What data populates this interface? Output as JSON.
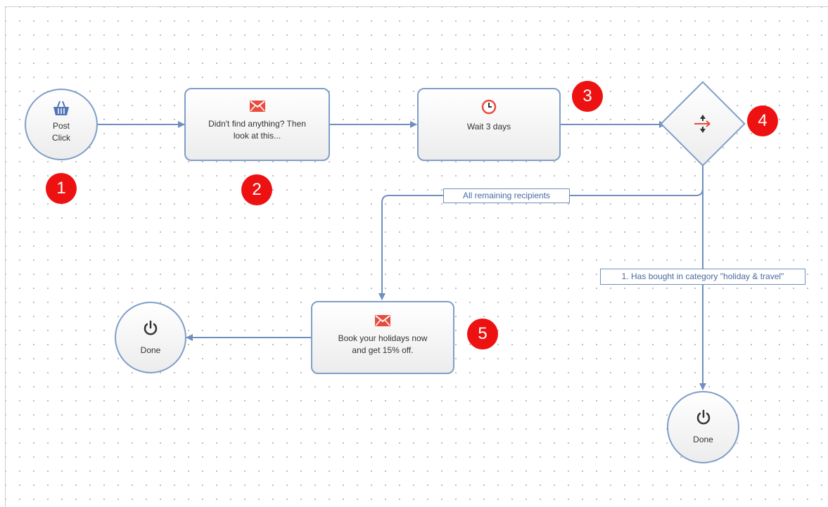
{
  "nodes": {
    "post_click": {
      "line1": "Post",
      "line2": "Click",
      "icon": "basket-icon"
    },
    "email_1": {
      "line1": "Didn't find anything? Then",
      "line2": "look at this...",
      "icon": "envelope-icon"
    },
    "wait": {
      "label": "Wait 3 days",
      "icon": "clock-icon"
    },
    "split": {
      "icon": "split-icon"
    },
    "email_2": {
      "line1": "Book your holidays now",
      "line2": "and get 15% off.",
      "icon": "envelope-icon"
    },
    "done_1": {
      "label": "Done",
      "icon": "power-icon"
    },
    "done_2": {
      "label": "Done",
      "icon": "power-icon"
    }
  },
  "edge_labels": {
    "remaining": "All remaining recipients",
    "category": "1. Has bought in category \"holiday & travel\""
  },
  "badges": [
    "1",
    "2",
    "3",
    "4",
    "5"
  ],
  "colors": {
    "connector": "#6f8fbf",
    "node_border": "#7f9ec8",
    "badge": "#ee1111",
    "icon_red": "#e84c3d",
    "icon_blue": "#4f74b8"
  }
}
